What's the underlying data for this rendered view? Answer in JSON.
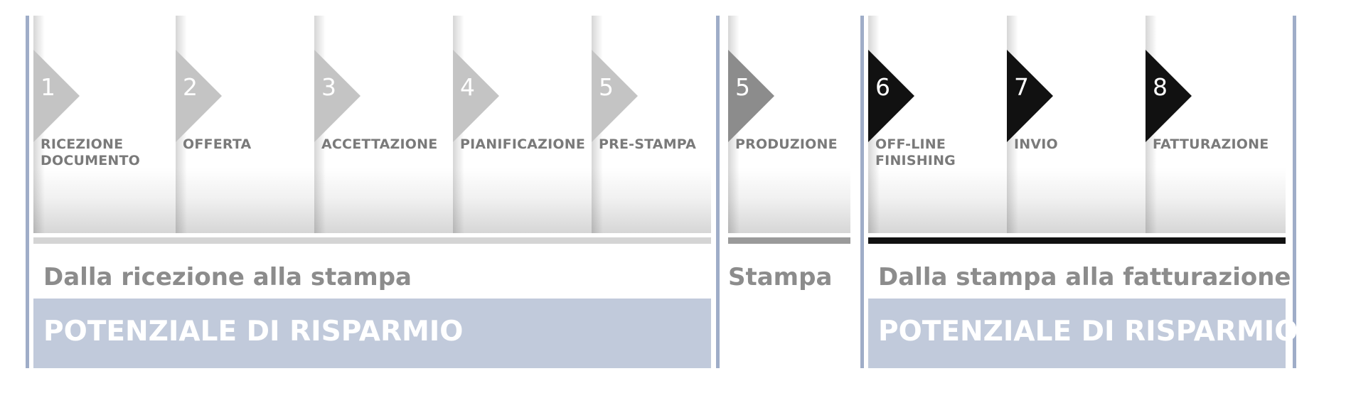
{
  "groups": [
    {
      "title": "Dalla ricezione alla stampa",
      "bar_color": "#d4d4d4",
      "saving_label": "POTENZIALE DI RISPARMIO",
      "steps": [
        {
          "number": "1",
          "label": "RICEZIONE\nDOCUMENTO",
          "arrow_color": "#c4c4c4"
        },
        {
          "number": "2",
          "label": "OFFERTA",
          "arrow_color": "#c4c4c4"
        },
        {
          "number": "3",
          "label": "ACCETTAZIONE",
          "arrow_color": "#c4c4c4"
        },
        {
          "number": "4",
          "label": "PIANIFICAZIONE",
          "arrow_color": "#c4c4c4"
        },
        {
          "number": "5",
          "label": "PRE-STAMPA",
          "arrow_color": "#c4c4c4"
        }
      ]
    },
    {
      "title": "Stampa",
      "bar_color": "#9a9a9a",
      "steps": [
        {
          "number": "5",
          "label": "PRODUZIONE",
          "arrow_color": "#8c8c8c"
        }
      ]
    },
    {
      "title": "Dalla stampa alla fatturazione",
      "bar_color": "#111111",
      "saving_label": "POTENZIALE DI RISPARMIO",
      "steps": [
        {
          "number": "6",
          "label": "OFF-LINE\nFINISHING",
          "arrow_color": "#111111"
        },
        {
          "number": "7",
          "label": "INVIO",
          "arrow_color": "#111111"
        },
        {
          "number": "8",
          "label": "FATTURAZIONE",
          "arrow_color": "#111111"
        }
      ]
    }
  ],
  "colors": {
    "divider": "#9fadc8",
    "saving_box": "#c1cadb",
    "label_text": "#7a7a7a"
  }
}
